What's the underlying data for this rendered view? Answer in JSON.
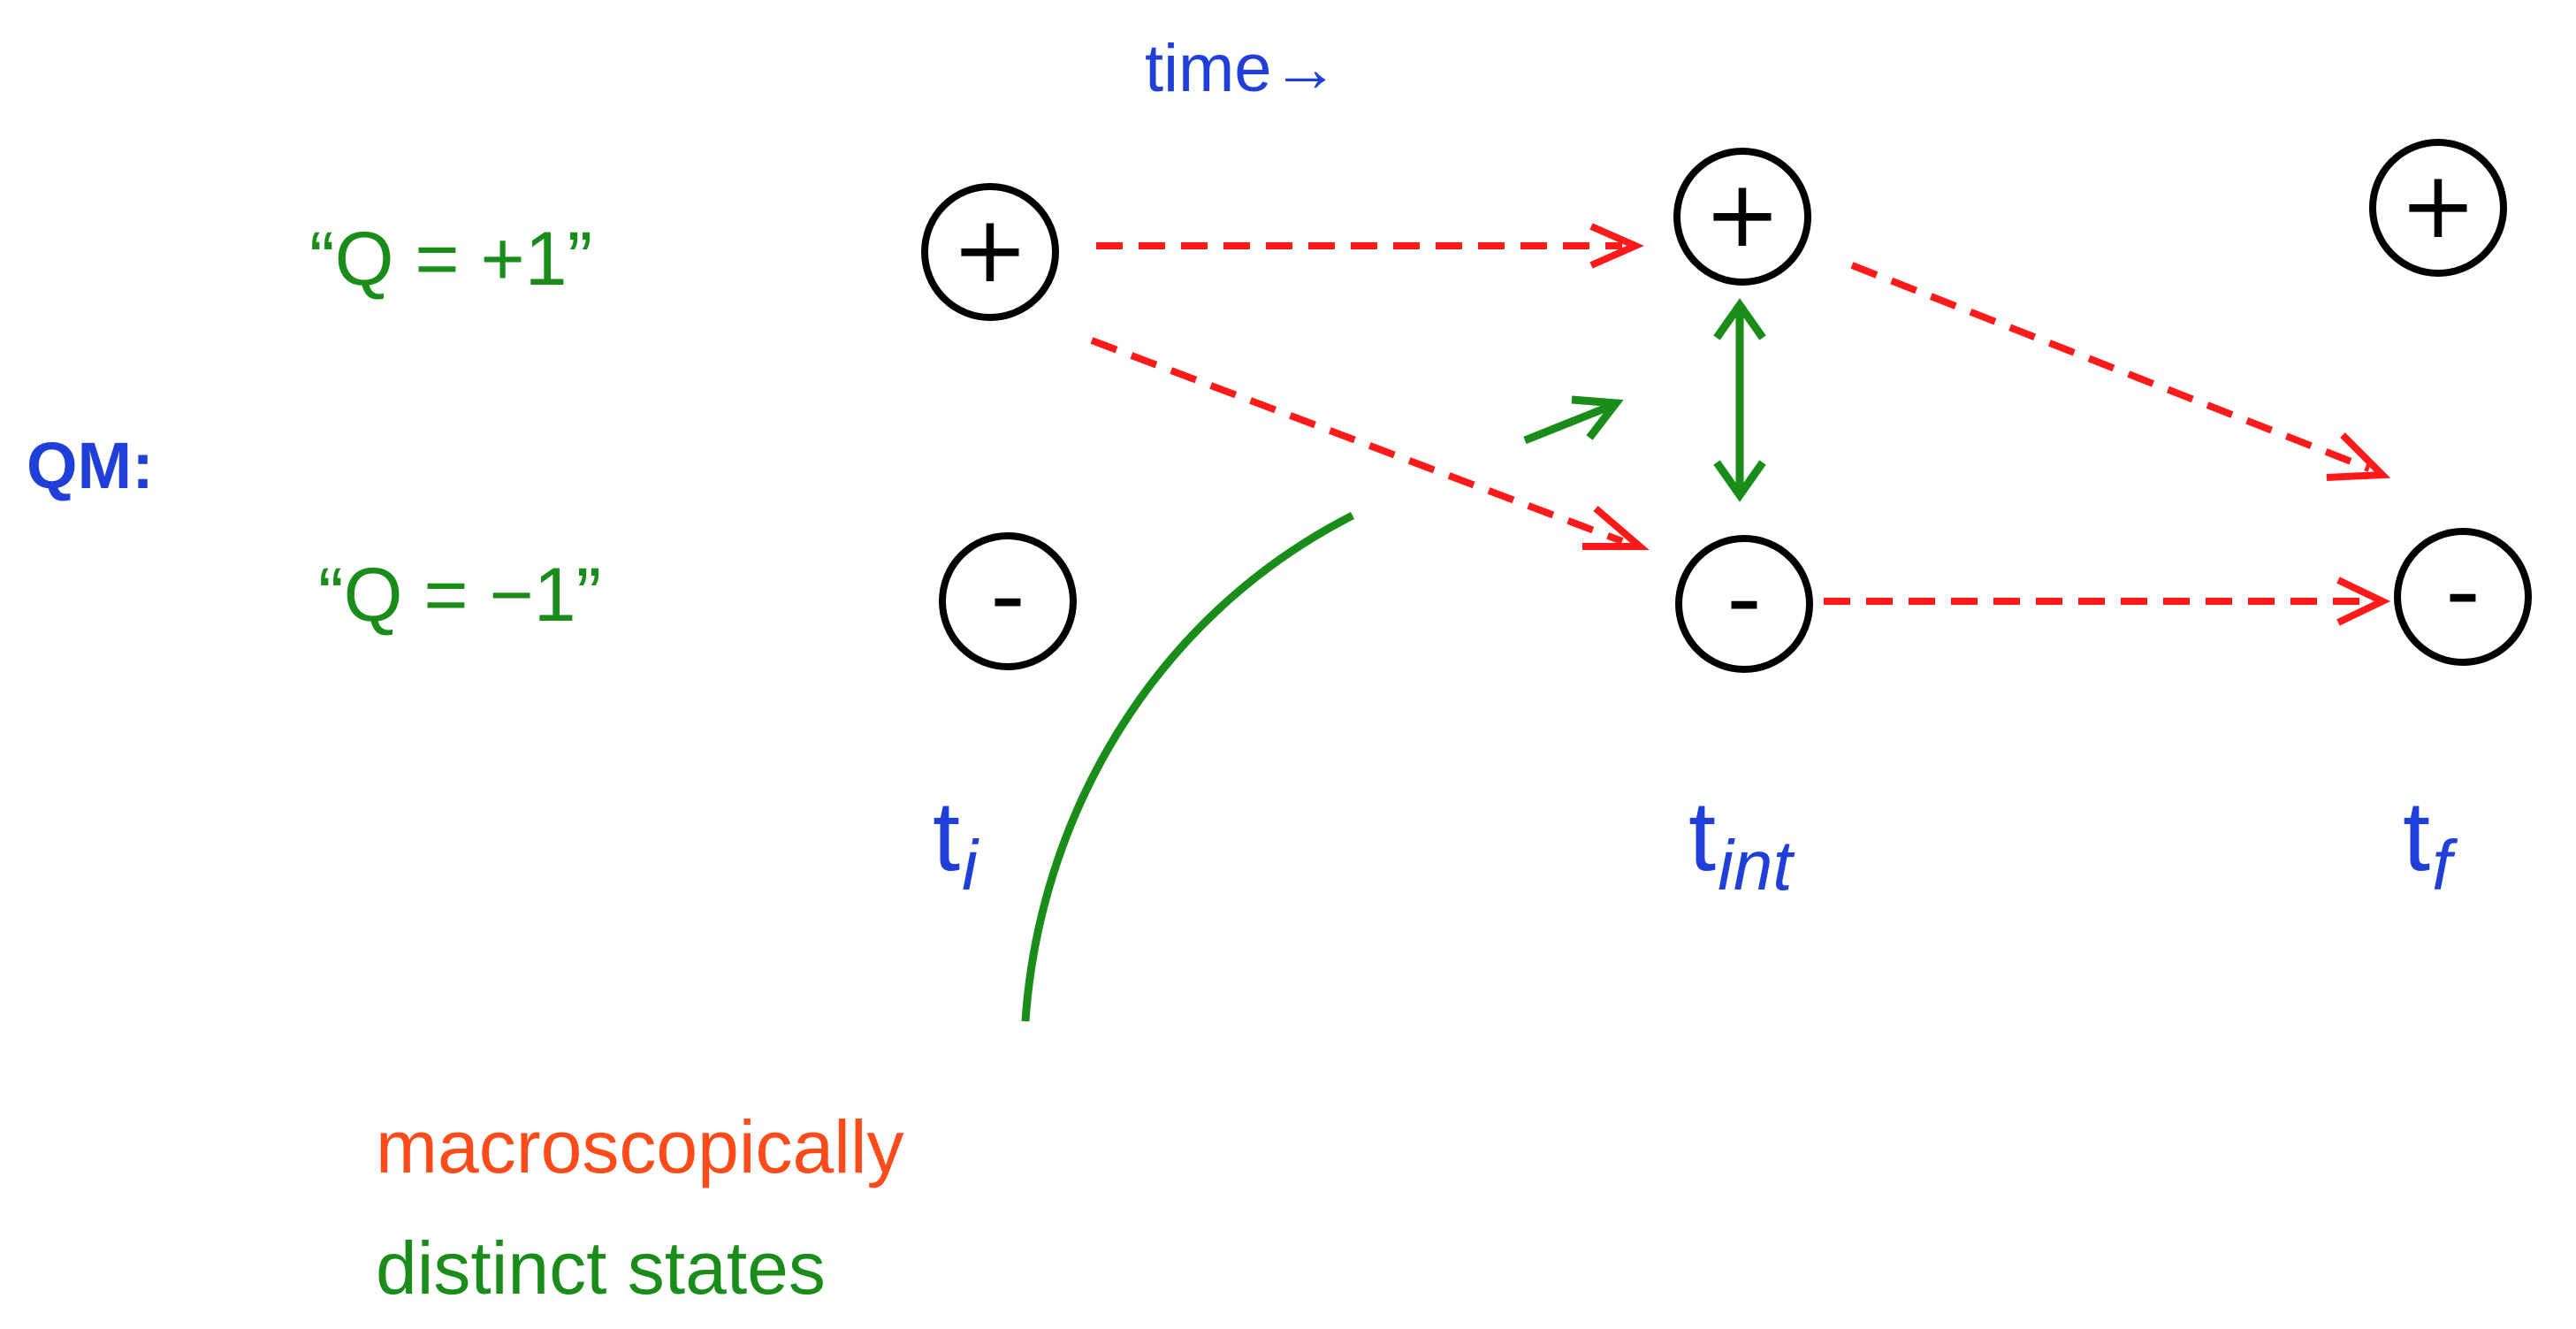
{
  "label_qm": "QM:",
  "time_axis_label": "time→",
  "state_labels": {
    "plus": "“Q = +1”",
    "minus": "“Q = −1”"
  },
  "node_symbols": {
    "plus": "+",
    "minus": "-"
  },
  "time_labels": [
    {
      "base": "t",
      "sub": "i"
    },
    {
      "base": "t",
      "sub": "int"
    },
    {
      "base": "t",
      "sub": "f"
    }
  ],
  "caption": {
    "line1": "macroscopically",
    "line2": "distinct states"
  },
  "colors": {
    "blue_text": "#1f3fd8",
    "green": "#1a8c1a",
    "red_dashed": "#ff1a1a",
    "orange_text": "#ff4a1a",
    "node_border": "#000000"
  }
}
